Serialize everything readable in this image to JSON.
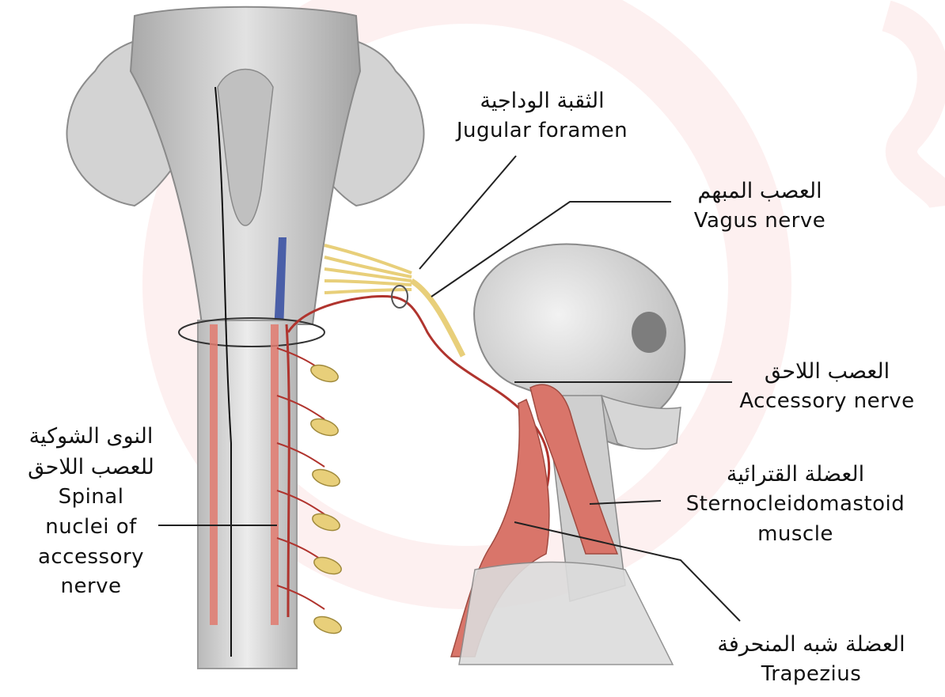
{
  "labels": {
    "jugular_foramen": {
      "ar": "الثقبة الوداجية",
      "en": "Jugular foramen"
    },
    "vagus_nerve": {
      "ar": "العصب المبهم",
      "en": "Vagus nerve"
    },
    "accessory_nerve": {
      "ar": "العصب اللاحق",
      "en": "Accessory nerve"
    },
    "sternocleidomastoid": {
      "ar": "العضلة القترائية",
      "en_line1": "Sternocleidomastoid",
      "en_line2": "muscle"
    },
    "trapezius": {
      "ar": "العضلة شبه المنحرفة",
      "en": "Trapezius"
    },
    "spinal_nuclei": {
      "ar_line1": "النوى الشوكية",
      "ar_line2": "للعصب اللاحق",
      "en_line1": "Spinal",
      "en_line2": "nuclei of",
      "en_line3": "accessory",
      "en_line4": "nerve"
    }
  },
  "colors": {
    "nerve_yellow": "#e8cf7a",
    "nerve_red": "#b0342e",
    "vein_blue": "#4a5fa8",
    "muscle_red": "#d9756a",
    "bone_gray": "#d9d9d9",
    "leader_line": "#222222",
    "watermark_pink": "#fbe3e3"
  }
}
